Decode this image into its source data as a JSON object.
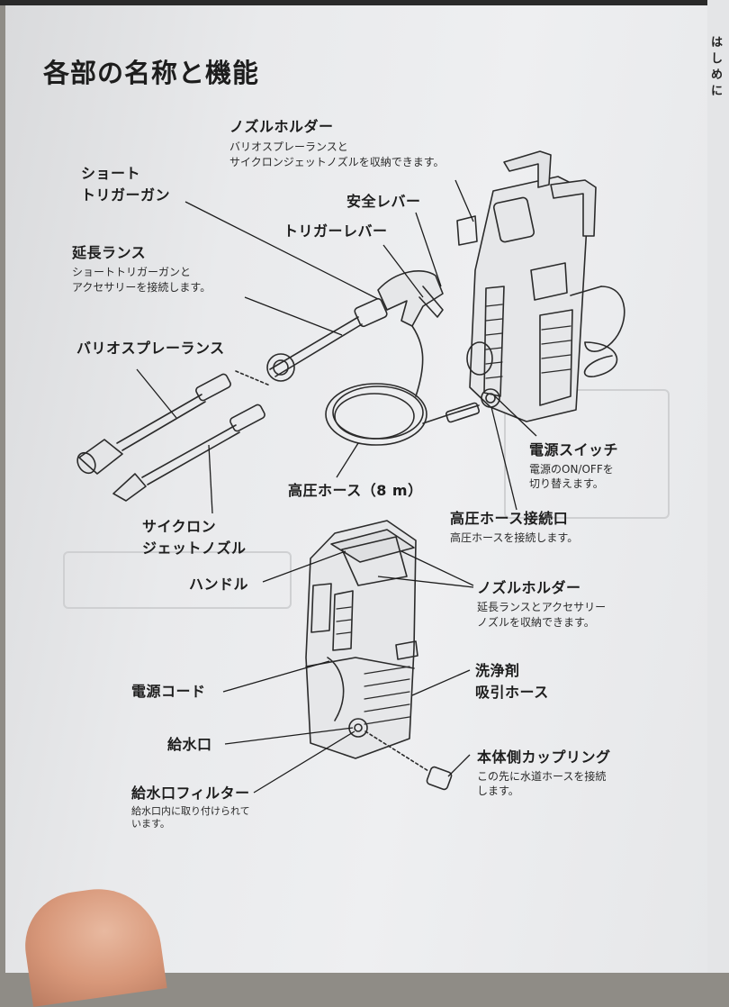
{
  "title": "各部の名称と機能",
  "labels": {
    "nozzle_holder_top": {
      "title": "ノズルホルダー",
      "desc": [
        "バリオスプレーランスと",
        "サイクロンジェットノズルを収納できます。"
      ]
    },
    "short_trigger_gun": {
      "title": [
        "ショート",
        "トリガーガン"
      ]
    },
    "safety_lever": {
      "title": "安全レバー"
    },
    "trigger_lever": {
      "title": "トリガーレバー"
    },
    "extension_lance": {
      "title": "延長ランス",
      "desc": [
        "ショートトリガーガンと",
        "アクセサリーを接続します。"
      ]
    },
    "vario_spray_lance": {
      "title": "バリオスプレーランス"
    },
    "power_switch": {
      "title": "電源スイッチ",
      "desc": [
        "電源のON/OFFを",
        "切り替えます。"
      ]
    },
    "high_pressure_hose": {
      "title": "高圧ホース（8 m）"
    },
    "cyclone_jet_nozzle": {
      "title": [
        "サイクロン",
        "ジェットノズル"
      ]
    },
    "hose_connection_port": {
      "title": "高圧ホース接続口",
      "desc": [
        "高圧ホースを接続します。"
      ]
    },
    "handle": {
      "title": "ハンドル"
    },
    "nozzle_holder_bottom": {
      "title": "ノズルホルダー",
      "desc": [
        "延長ランスとアクセサリー",
        "ノズルを収納できます。"
      ]
    },
    "power_cord": {
      "title": "電源コード"
    },
    "detergent_hose": {
      "title": [
        "洗浄剤",
        "吸引ホース"
      ]
    },
    "water_inlet": {
      "title": "給水口"
    },
    "main_coupling": {
      "title": "本体側カップリング",
      "desc": [
        "この先に水道ホースを接続",
        "します。"
      ]
    },
    "inlet_filter": {
      "title": "給水口フィルター",
      "desc": [
        "給水口内に取り付けられて",
        "います。"
      ]
    }
  },
  "right_edge_glyphs": [
    "は",
    "し",
    "め",
    "に"
  ]
}
